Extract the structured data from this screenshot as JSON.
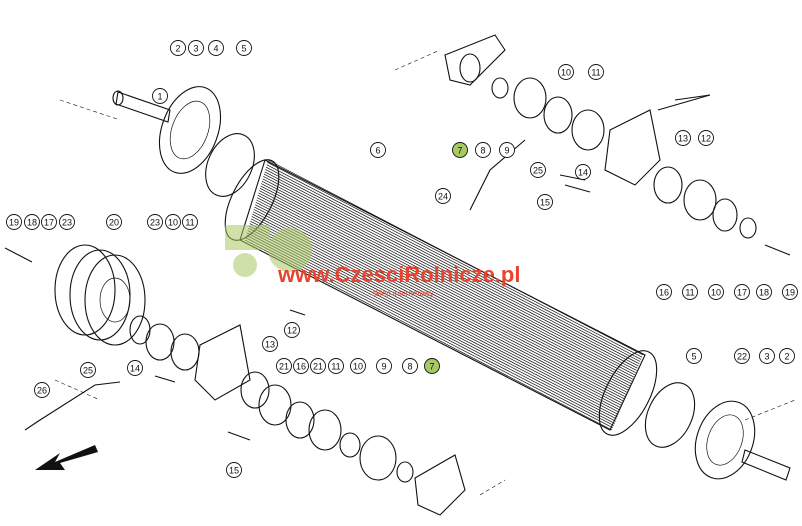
{
  "diagram": {
    "colors": {
      "highlight": "#a8c864",
      "watermark": "#e8432e",
      "line": "#111111"
    },
    "watermark": {
      "main": "www.CzesciRolnicze.pl",
      "sub": "sklep internetowy"
    },
    "callouts": [
      {
        "id": "c1",
        "label": "1"
      },
      {
        "id": "c2a",
        "label": "2"
      },
      {
        "id": "c3a",
        "label": "3"
      },
      {
        "id": "c4",
        "label": "4"
      },
      {
        "id": "c5a",
        "label": "5"
      },
      {
        "id": "c6",
        "label": "6"
      },
      {
        "id": "c7a",
        "label": "7",
        "highlight": true
      },
      {
        "id": "c8a",
        "label": "8"
      },
      {
        "id": "c9a",
        "label": "9"
      },
      {
        "id": "c10a",
        "label": "10"
      },
      {
        "id": "c11a",
        "label": "11"
      },
      {
        "id": "c12a",
        "label": "12"
      },
      {
        "id": "c13a",
        "label": "13"
      },
      {
        "id": "c14a",
        "label": "14"
      },
      {
        "id": "c25a",
        "label": "25"
      },
      {
        "id": "c24",
        "label": "24"
      },
      {
        "id": "c15a",
        "label": "15"
      },
      {
        "id": "c16a",
        "label": "16"
      },
      {
        "id": "c11b",
        "label": "11"
      },
      {
        "id": "c10b",
        "label": "10"
      },
      {
        "id": "c17a",
        "label": "17"
      },
      {
        "id": "c18a",
        "label": "18"
      },
      {
        "id": "c19a",
        "label": "19"
      },
      {
        "id": "c19b",
        "label": "19"
      },
      {
        "id": "c18b",
        "label": "18"
      },
      {
        "id": "c17b",
        "label": "17"
      },
      {
        "id": "c23a",
        "label": "23"
      },
      {
        "id": "c20",
        "label": "20"
      },
      {
        "id": "c23b",
        "label": "23"
      },
      {
        "id": "c10c",
        "label": "10"
      },
      {
        "id": "c11c",
        "label": "11"
      },
      {
        "id": "c12b",
        "label": "12"
      },
      {
        "id": "c13b",
        "label": "13"
      },
      {
        "id": "c14b",
        "label": "14"
      },
      {
        "id": "c25b",
        "label": "25"
      },
      {
        "id": "c26",
        "label": "26"
      },
      {
        "id": "c21a",
        "label": "21"
      },
      {
        "id": "c16b",
        "label": "16"
      },
      {
        "id": "c21b",
        "label": "21"
      },
      {
        "id": "c11d",
        "label": "11"
      },
      {
        "id": "c10d",
        "label": "10"
      },
      {
        "id": "c9b",
        "label": "9"
      },
      {
        "id": "c8b",
        "label": "8"
      },
      {
        "id": "c7b",
        "label": "7",
        "highlight": true
      },
      {
        "id": "c15b",
        "label": "15"
      },
      {
        "id": "c5b",
        "label": "5"
      },
      {
        "id": "c22",
        "label": "22"
      },
      {
        "id": "c3b",
        "label": "3"
      },
      {
        "id": "c2b",
        "label": "2"
      }
    ]
  }
}
